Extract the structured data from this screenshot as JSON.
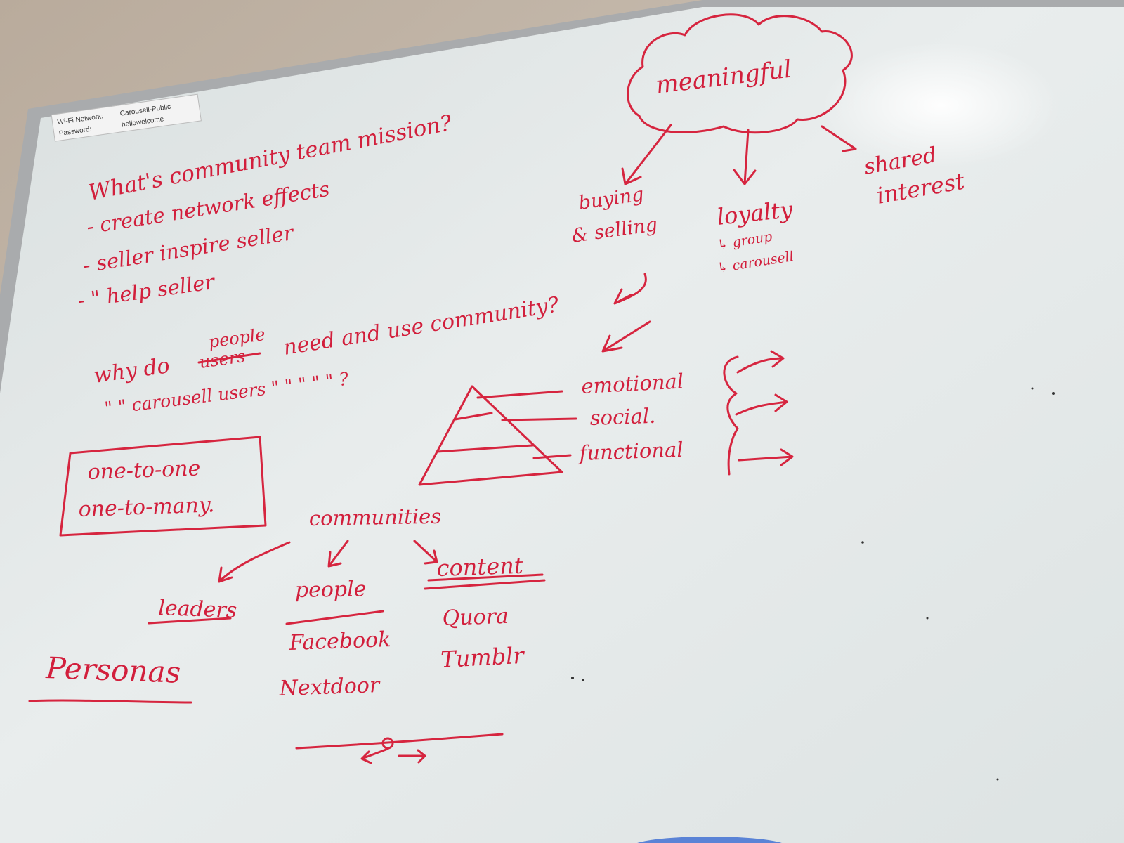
{
  "wifi_sticker": {
    "network_label": "Wi-Fi Network:",
    "network_value": "Carousell-Public",
    "password_label": "Password:",
    "password_value": "hellowelcome"
  },
  "mission": {
    "question": "What's community team mission?",
    "points": [
      "- create network effects",
      "- seller inspire seller",
      "- \"   help   seller"
    ]
  },
  "cloud": {
    "label": "meaningful",
    "branches": [
      {
        "title_line1": "buying",
        "title_line2": "& selling"
      },
      {
        "title": "loyalty",
        "sub1": "↳ group",
        "sub2": "↳ carousell"
      },
      {
        "title_line1": "shared",
        "title_line2": "interest"
      }
    ]
  },
  "why": {
    "question_prefix": "why do",
    "struck_word": "users",
    "inserted_word": "people",
    "question_rest": "need and use community?",
    "second_line": "\"   \" carousell users \"   \"   \"   \"  \" ?"
  },
  "pyramid": {
    "levels": [
      "emotional",
      "social.",
      "functional"
    ]
  },
  "box": {
    "line1": "one-to-one",
    "line2": "one-to-many."
  },
  "communities": {
    "title": "communities",
    "branches": [
      {
        "label": "leaders",
        "examples": []
      },
      {
        "label": "people",
        "examples": [
          "Facebook",
          "Nextdoor"
        ]
      },
      {
        "label": "content",
        "examples": [
          "Quora",
          "Tumblr"
        ]
      }
    ]
  },
  "personas": {
    "label": "Personas"
  },
  "colors": {
    "marker": "#d21f3c",
    "board": "#e4e9e9",
    "frame": "#a9abad"
  }
}
